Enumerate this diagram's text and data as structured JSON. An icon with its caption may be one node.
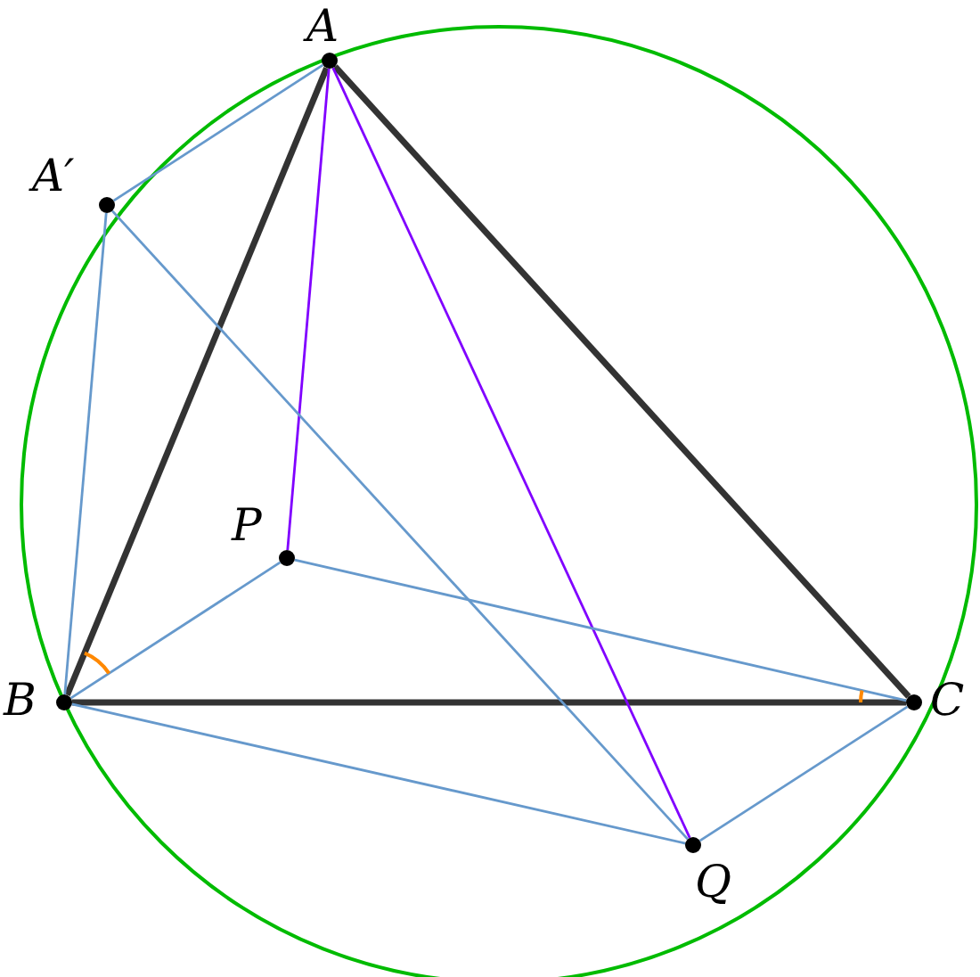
{
  "diagram": {
    "nodes": [
      {
        "text": [],
        "shape": "circle",
        "beside": [
          "A"
        ]
      },
      {
        "text": [],
        "shape": "circle",
        "beside": [
          "A′"
        ]
      },
      {
        "text": [],
        "shape": "circle",
        "beside": [
          "P"
        ]
      },
      {
        "text": [],
        "shape": "circle",
        "beside": [
          "B"
        ]
      },
      {
        "text": [],
        "shape": "circle",
        "beside": [
          "C"
        ]
      },
      {
        "text": [],
        "shape": "circle",
        "beside": [
          "Q"
        ]
      }
    ],
    "edges": [
      {
        "from": 0,
        "to": 3,
        "arrow": "none",
        "style": "thick",
        "color": "#333333"
      },
      {
        "from": 0,
        "to": 4,
        "arrow": "none",
        "style": "thick",
        "color": "#333333"
      },
      {
        "from": 3,
        "to": 4,
        "arrow": "none",
        "style": "thick",
        "color": "#333333"
      },
      {
        "from": 0,
        "to": 2,
        "arrow": "none",
        "color": "#8000ff"
      },
      {
        "from": 0,
        "to": 5,
        "arrow": "none",
        "color": "#8000ff"
      },
      {
        "from": 1,
        "to": 0,
        "arrow": "none"
      },
      {
        "from": 1,
        "to": 3,
        "arrow": "none"
      },
      {
        "from": 1,
        "to": 5,
        "arrow": "none"
      },
      {
        "from": 3,
        "to": 2,
        "arrow": "none"
      },
      {
        "from": 2,
        "to": 4,
        "arrow": "none"
      },
      {
        "from": 3,
        "to": 5,
        "arrow": "none"
      },
      {
        "from": 5,
        "to": 4,
        "arrow": "none"
      }
    ]
  }
}
